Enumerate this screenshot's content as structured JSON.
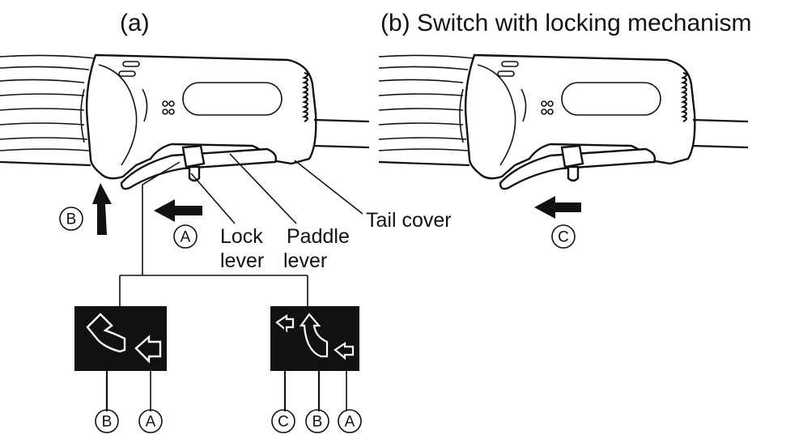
{
  "panel_a": {
    "title": "(a)",
    "labels": {
      "lock_lever": [
        "Lock",
        "lever"
      ],
      "paddle_lever": [
        "Paddle",
        "lever"
      ],
      "tail_cover": "Tail cover"
    },
    "markers": {
      "a": "A",
      "b": "B"
    },
    "icon_left_markers": [
      "B",
      "A"
    ],
    "icon_right_markers": [
      "C",
      "B",
      "A"
    ]
  },
  "panel_b": {
    "title": "(b) Switch with locking mechanism",
    "markers": {
      "c": "C"
    }
  }
}
